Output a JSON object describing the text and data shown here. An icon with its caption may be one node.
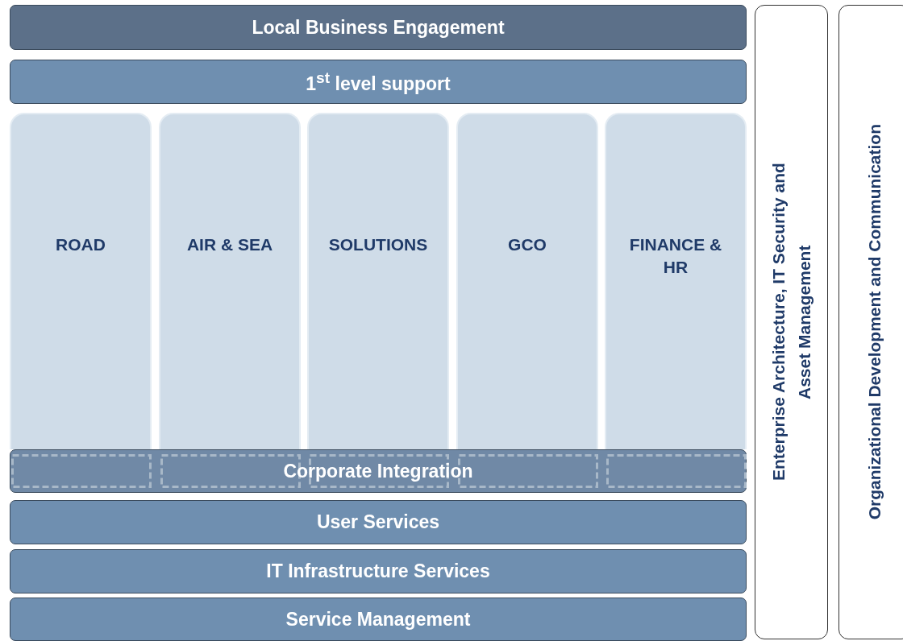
{
  "diagram": {
    "nodes": [
      {
        "text": [
          "Local Business Engagement"
        ]
      },
      {
        "text": [
          "1$^{st}$ level support"
        ]
      },
      {
        "text": [
          "ROAD"
        ]
      },
      {
        "text": [
          "AIR & SEA"
        ]
      },
      {
        "text": [
          "SOLUTIONS"
        ]
      },
      {
        "text": [
          "GCO"
        ]
      },
      {
        "text": [
          "FINANCE & HR"
        ]
      },
      {
        "text": [
          "Corporate Integration"
        ]
      },
      {
        "text": [
          "User Services"
        ]
      },
      {
        "text": [
          "IT Infrastructure Services"
        ]
      },
      {
        "text": [
          "Service Management"
        ]
      },
      {
        "text": [
          "Enterprise Architecture, IT Security and Asset Management"
        ]
      },
      {
        "text": [
          "Organizational Development and Communication"
        ]
      }
    ],
    "edges": []
  }
}
